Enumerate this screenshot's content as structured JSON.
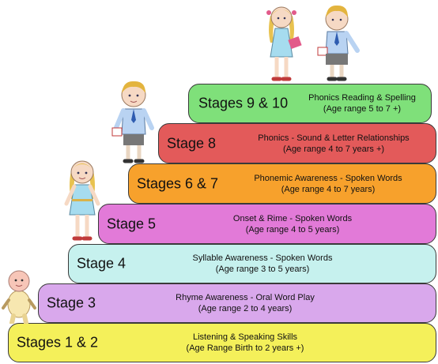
{
  "stages": [
    {
      "name": "Stages 9 & 10",
      "title": "Phonics Reading & Spelling",
      "age": "(Age range 5 to 7 +)",
      "color": "#7fe07a"
    },
    {
      "name": "Stage 8",
      "title": "Phonics - Sound & Letter Relationships",
      "age": "(Age range 4 to 7 years +)",
      "color": "#e35a5a"
    },
    {
      "name": "Stages 6 & 7",
      "title": "Phonemic Awareness - Spoken Words",
      "age": "(Age range 4 to 7 years)",
      "color": "#f7a12c"
    },
    {
      "name": "Stage 5",
      "title": "Onset & Rime - Spoken Words",
      "age": "(Age range 4 to 5 years)",
      "color": "#e27ad8"
    },
    {
      "name": "Stage 4",
      "title": "Syllable Awareness - Spoken Words",
      "age": "(Age range 3 to 5 years)",
      "color": "#c6f1ee"
    },
    {
      "name": "Stage 3",
      "title": "Rhyme Awareness - Oral Word Play",
      "age": "(Age range 2 to 4 years)",
      "color": "#d9a8ec"
    },
    {
      "name": "Stages 1 & 2",
      "title": "Listening & Speaking Skills",
      "age": "(Age Range Birth to 2 years +)",
      "color": "#f4f05a"
    }
  ]
}
